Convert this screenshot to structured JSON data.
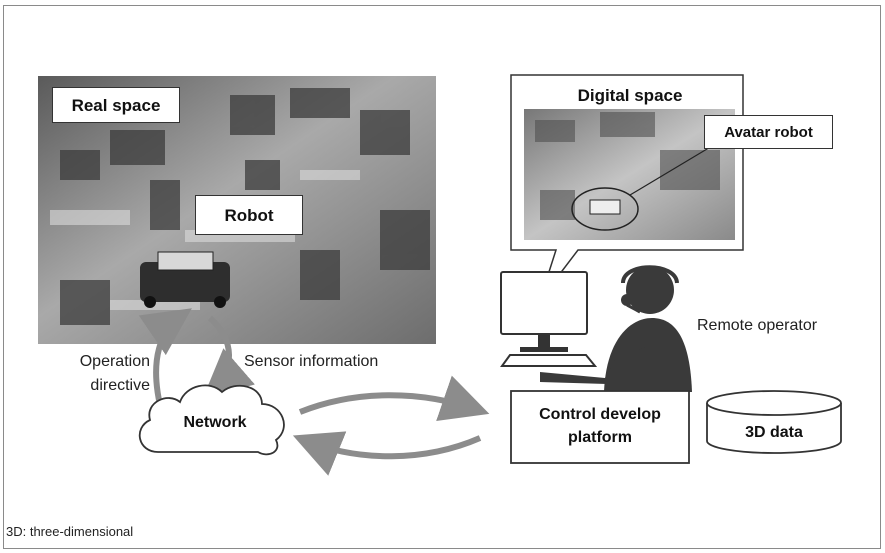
{
  "labels": {
    "real_space": "Real space",
    "robot": "Robot",
    "digital_space": "Digital space",
    "avatar_robot": "Avatar robot",
    "remote_operator": "Remote operator",
    "operation_directive_line1": "Operation",
    "operation_directive_line2": "directive",
    "sensor_information": "Sensor information",
    "network": "Network",
    "control_platform_line1": "Control develop",
    "control_platform_line2": "platform",
    "data_3d": "3D data"
  },
  "footnote": "3D: three-dimensional",
  "colors": {
    "arrow": "#8c8c8c",
    "photo_dark": "#4a4a4a",
    "photo_light": "#bdbdbd",
    "operator": "#3a3a3a"
  }
}
